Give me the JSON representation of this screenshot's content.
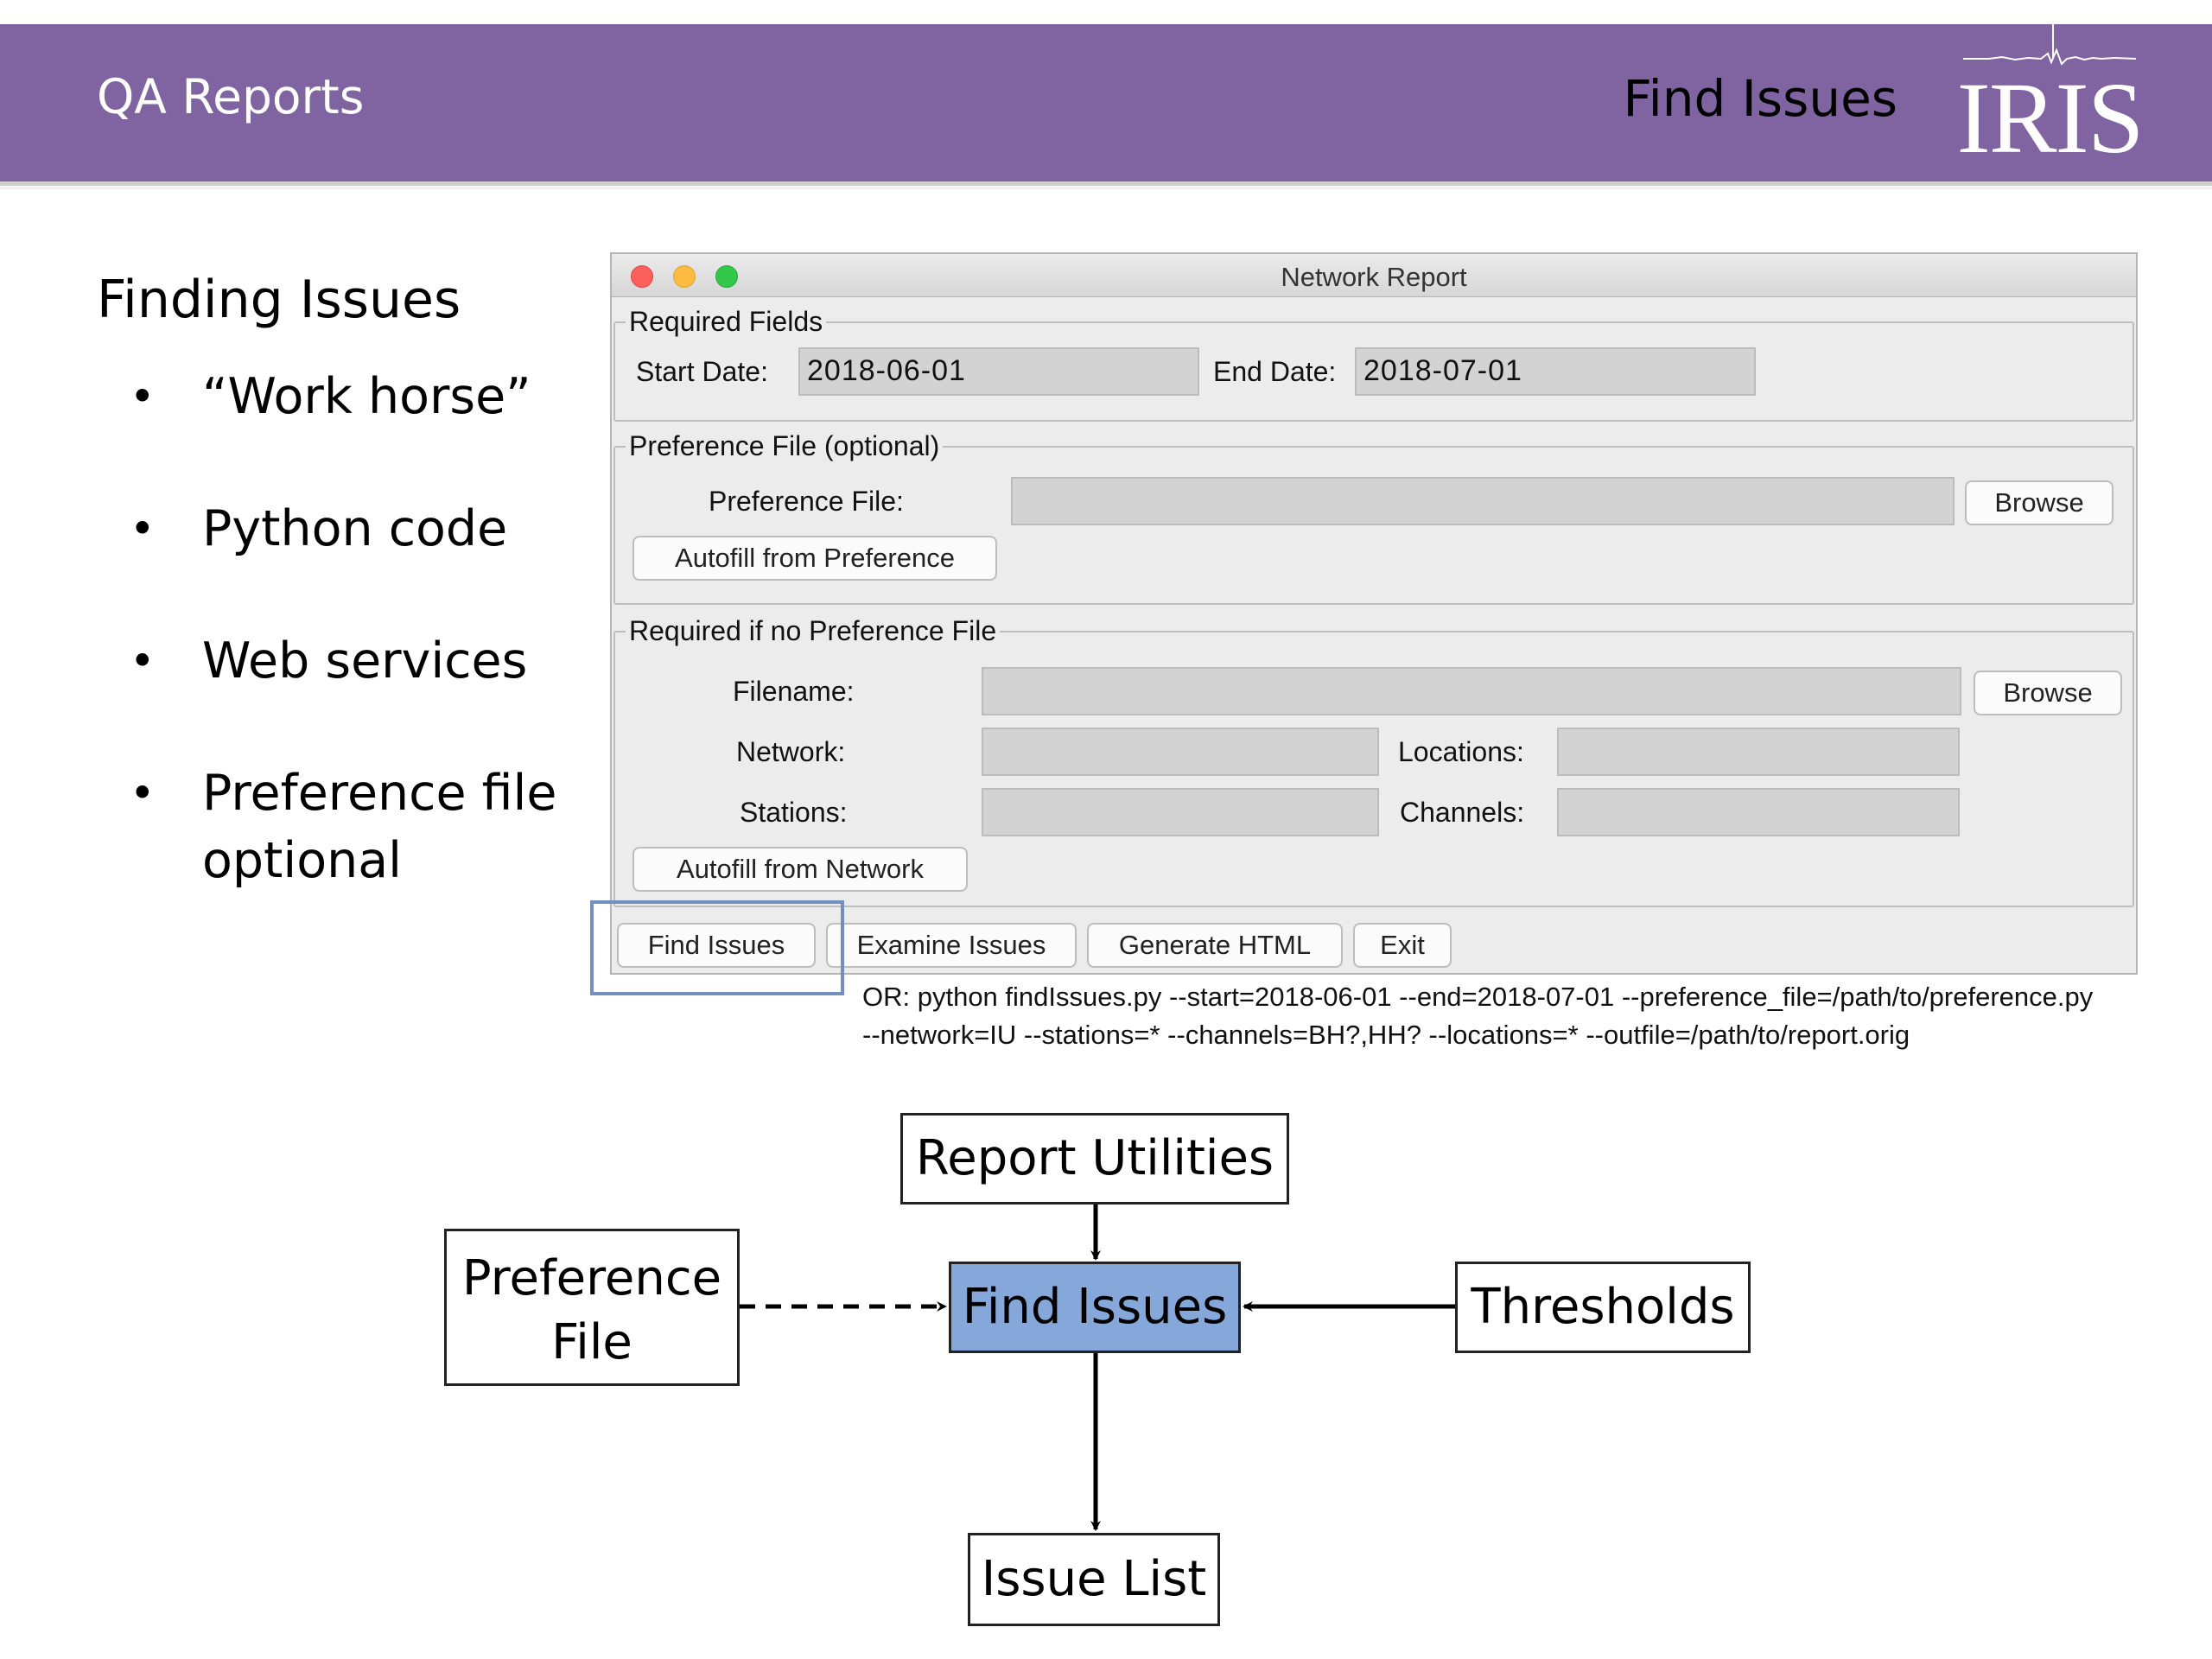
{
  "header": {
    "left_title": "QA Reports",
    "right_title": "Find Issues",
    "logo_text": "IRIS"
  },
  "slide": {
    "section_title": "Finding Issues",
    "bullets": [
      "“Work horse”",
      "Python code",
      "Web services",
      "Preference file optional"
    ]
  },
  "window": {
    "title": "Network Report",
    "required_fields": {
      "legend": "Required Fields",
      "start_label": "Start Date:",
      "start_value": "2018-06-01",
      "end_label": "End Date:",
      "end_value": "2018-07-01"
    },
    "preference": {
      "legend": "Preference File (optional)",
      "file_label": "Preference File:",
      "file_value": "",
      "browse_label": "Browse",
      "autofill_label": "Autofill from Preference"
    },
    "no_preference": {
      "legend": "Required if no Preference File",
      "filename_label": "Filename:",
      "filename_value": "",
      "browse_label": "Browse",
      "network_label": "Network:",
      "network_value": "",
      "locations_label": "Locations:",
      "locations_value": "",
      "stations_label": "Stations:",
      "stations_value": "",
      "channels_label": "Channels:",
      "channels_value": "",
      "autofill_label": "Autofill from Network"
    },
    "actions": {
      "find": "Find Issues",
      "examine": "Examine Issues",
      "generate": "Generate HTML",
      "exit": "Exit"
    }
  },
  "command": {
    "line1": "OR:  python findIssues.py --start=2018-06-01 --end=2018-07-01 --preference_file=/path/to/preference.py",
    "line2": "--network=IU --stations=* --channels=BH?,HH? --locations=* --outfile=/path/to/report.orig"
  },
  "diagram": {
    "report_utilities": "Report Utilities",
    "preference_file_line1": "Preference",
    "preference_file_line2": "File",
    "find_issues": "Find Issues",
    "thresholds": "Thresholds",
    "issue_list": "Issue List"
  },
  "colors": {
    "header_bg": "#8063a1",
    "highlight_box": "#86a7da",
    "focus_outline": "#7290bf"
  }
}
